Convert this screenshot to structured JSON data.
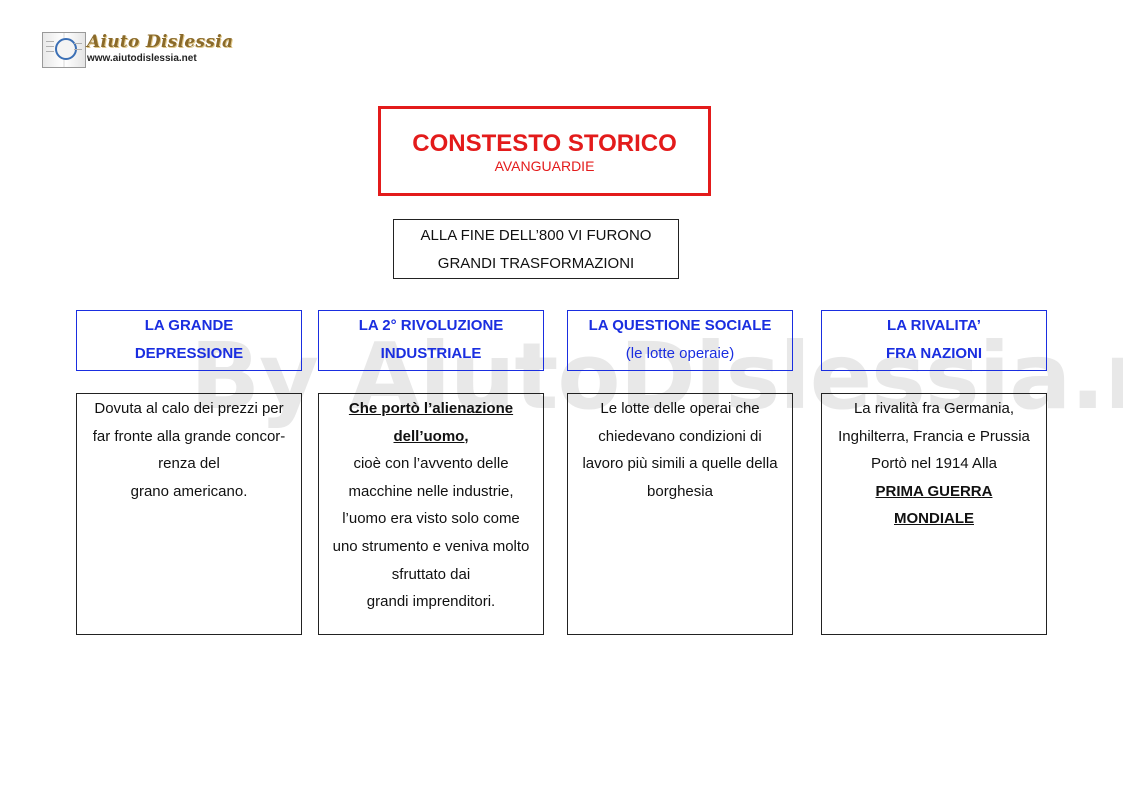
{
  "logo": {
    "brand": "Aiuto Dislessia",
    "site": "www.aiutodislessia.net"
  },
  "watermark": "By AiutoDislessia.net",
  "title": {
    "main": "CONSTESTO STORICO",
    "sub": "AVANGUARDIE"
  },
  "intro": {
    "line1": "ALLA FINE DELL’800 VI FURONO",
    "line2": "GRANDI TRASFORMAZIONI"
  },
  "columns": [
    {
      "heading": [
        "LA GRANDE",
        "DEPRESSIONE"
      ],
      "body": [
        "Dovuta al calo dei prezzi per",
        "far fronte alla grande concor-",
        "renza del",
        "grano americano."
      ]
    },
    {
      "heading": [
        "LA 2° RIVOLUZIONE",
        "INDUSTRIALE"
      ],
      "body_emph": [
        "Che portò l’alienazione",
        "dell’uomo,"
      ],
      "body": [
        "cioè con l’avvento delle",
        "macchine nelle industrie,",
        "l’uomo era visto solo come",
        "uno strumento e veniva molto",
        "sfruttato dai",
        "grandi imprenditori."
      ]
    },
    {
      "heading": [
        "LA QUESTIONE SOCIALE",
        "(le lotte operaie)"
      ],
      "body": [
        "Le lotte delle operai che",
        "chiedevano condizioni di",
        "lavoro più simili a quelle della",
        "borghesia"
      ]
    },
    {
      "heading": [
        "LA RIVALITA’",
        "FRA NAZIONI"
      ],
      "body": [
        "La rivalità fra Germania,",
        "Inghilterra, Francia e Prussia",
        "Portò nel 1914 Alla"
      ],
      "body_emph": [
        "PRIMA GUERRA",
        "MONDIALE"
      ]
    }
  ],
  "colors": {
    "title_red": "#e31b1b",
    "heading_blue": "#1a2ee0",
    "border_dark": "#222222"
  }
}
